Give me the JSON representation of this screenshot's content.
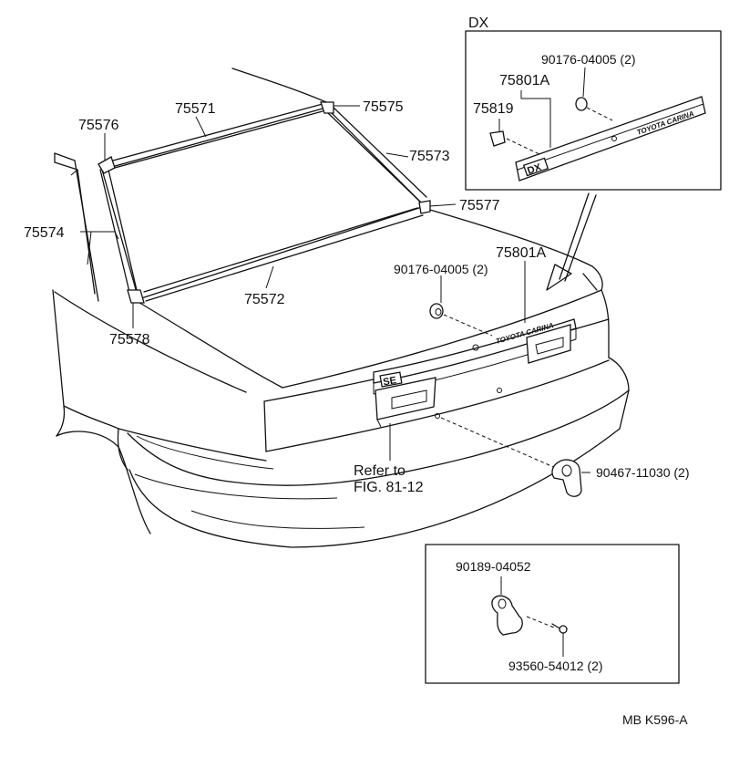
{
  "labels": {
    "p75571": "75571",
    "p75575": "75575",
    "p75576": "75576",
    "p75573": "75573",
    "p75574": "75574",
    "p75577": "75577",
    "p75572": "75572",
    "p75578": "75578",
    "p75801a": "75801A",
    "p90176": "90176-04005 (2)",
    "p90467": "90467-11030 (2)",
    "refer_line1": "Refer to",
    "refer_line2": "FIG. 81-12"
  },
  "dx_inset": {
    "title": "DX",
    "p90176": "90176-04005 (2)",
    "p75801a": "75801A",
    "p75819": "75819"
  },
  "bracket_inset": {
    "p90189": "90189-04052",
    "p93560": "93560-54012 (2)"
  },
  "emblems": {
    "brand": "TOYOTA CARINA",
    "dx_badge": "DX",
    "se_badge": "SE"
  },
  "figure_code": "MB K596-A"
}
